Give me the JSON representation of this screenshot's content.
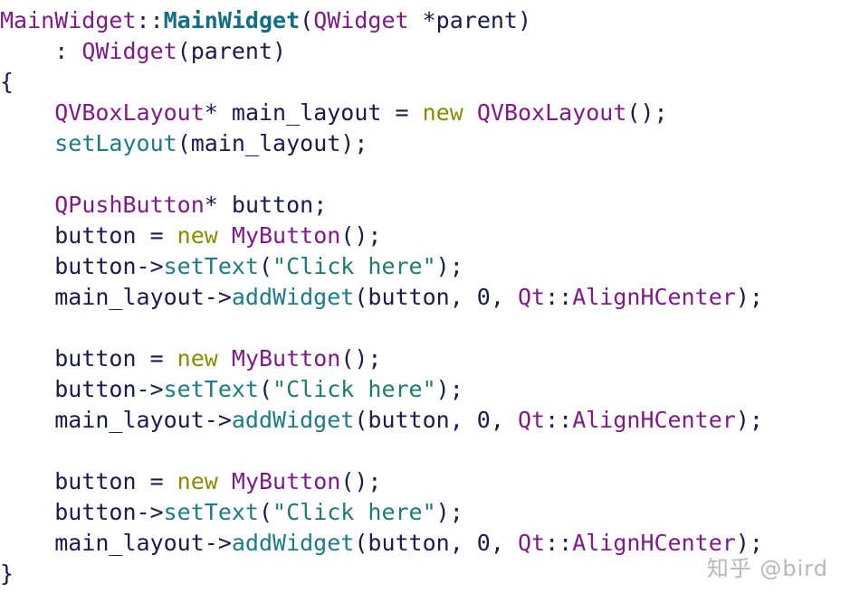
{
  "colors": {
    "background": "#ffffff",
    "text": "#1a1a4b",
    "class": "#7d1c86",
    "function_bold": "#0f6e86",
    "function": "#1d7a87",
    "keyword": "#8a8a00",
    "string": "#1f7a70",
    "number": "#1a1a4b",
    "watermark": "#b7b7b7"
  },
  "code_lines": [
    [
      {
        "t": "MainWidget",
        "c": "class"
      },
      {
        "t": "::",
        "c": "text"
      },
      {
        "t": "MainWidget",
        "c": "function_bold",
        "b": true
      },
      {
        "t": "(",
        "c": "text"
      },
      {
        "t": "QWidget",
        "c": "class"
      },
      {
        "t": " *parent)",
        "c": "text"
      }
    ],
    [
      {
        "t": "    : ",
        "c": "text"
      },
      {
        "t": "QWidget",
        "c": "class"
      },
      {
        "t": "(parent)",
        "c": "text"
      }
    ],
    [
      {
        "t": "{",
        "c": "text"
      }
    ],
    [
      {
        "t": "    ",
        "c": "text"
      },
      {
        "t": "QVBoxLayout",
        "c": "class"
      },
      {
        "t": "* main_layout = ",
        "c": "text"
      },
      {
        "t": "new",
        "c": "keyword"
      },
      {
        "t": " ",
        "c": "text"
      },
      {
        "t": "QVBoxLayout",
        "c": "class"
      },
      {
        "t": "();",
        "c": "text"
      }
    ],
    [
      {
        "t": "    ",
        "c": "text"
      },
      {
        "t": "setLayout",
        "c": "function"
      },
      {
        "t": "(main_layout);",
        "c": "text"
      }
    ],
    [],
    [
      {
        "t": "    ",
        "c": "text"
      },
      {
        "t": "QPushButton",
        "c": "class"
      },
      {
        "t": "* button;",
        "c": "text"
      }
    ],
    [
      {
        "t": "    button = ",
        "c": "text"
      },
      {
        "t": "new",
        "c": "keyword"
      },
      {
        "t": " ",
        "c": "text"
      },
      {
        "t": "MyButton",
        "c": "class"
      },
      {
        "t": "();",
        "c": "text"
      }
    ],
    [
      {
        "t": "    button->",
        "c": "text"
      },
      {
        "t": "setText",
        "c": "function"
      },
      {
        "t": "(",
        "c": "text"
      },
      {
        "t": "\"Click here\"",
        "c": "string"
      },
      {
        "t": ");",
        "c": "text"
      }
    ],
    [
      {
        "t": "    main_layout->",
        "c": "text"
      },
      {
        "t": "addWidget",
        "c": "function"
      },
      {
        "t": "(button, 0, ",
        "c": "text"
      },
      {
        "t": "Qt",
        "c": "class"
      },
      {
        "t": "::",
        "c": "text"
      },
      {
        "t": "AlignHCenter",
        "c": "class"
      },
      {
        "t": ");",
        "c": "text"
      }
    ],
    [],
    [
      {
        "t": "    button = ",
        "c": "text"
      },
      {
        "t": "new",
        "c": "keyword"
      },
      {
        "t": " ",
        "c": "text"
      },
      {
        "t": "MyButton",
        "c": "class"
      },
      {
        "t": "();",
        "c": "text"
      }
    ],
    [
      {
        "t": "    button->",
        "c": "text"
      },
      {
        "t": "setText",
        "c": "function"
      },
      {
        "t": "(",
        "c": "text"
      },
      {
        "t": "\"Click here\"",
        "c": "string"
      },
      {
        "t": ");",
        "c": "text"
      }
    ],
    [
      {
        "t": "    main_layout->",
        "c": "text"
      },
      {
        "t": "addWidget",
        "c": "function"
      },
      {
        "t": "(button, 0, ",
        "c": "text"
      },
      {
        "t": "Qt",
        "c": "class"
      },
      {
        "t": "::",
        "c": "text"
      },
      {
        "t": "AlignHCenter",
        "c": "class"
      },
      {
        "t": ");",
        "c": "text"
      }
    ],
    [],
    [
      {
        "t": "    button = ",
        "c": "text"
      },
      {
        "t": "new",
        "c": "keyword"
      },
      {
        "t": " ",
        "c": "text"
      },
      {
        "t": "MyButton",
        "c": "class"
      },
      {
        "t": "();",
        "c": "text"
      }
    ],
    [
      {
        "t": "    button->",
        "c": "text"
      },
      {
        "t": "setText",
        "c": "function"
      },
      {
        "t": "(",
        "c": "text"
      },
      {
        "t": "\"Click here\"",
        "c": "string"
      },
      {
        "t": ");",
        "c": "text"
      }
    ],
    [
      {
        "t": "    main_layout->",
        "c": "text"
      },
      {
        "t": "addWidget",
        "c": "function"
      },
      {
        "t": "(button, 0, ",
        "c": "text"
      },
      {
        "t": "Qt",
        "c": "class"
      },
      {
        "t": "::",
        "c": "text"
      },
      {
        "t": "AlignHCenter",
        "c": "class"
      },
      {
        "t": ");",
        "c": "text"
      }
    ],
    [
      {
        "t": "}",
        "c": "text"
      }
    ]
  ],
  "watermark": "知乎 @bird"
}
